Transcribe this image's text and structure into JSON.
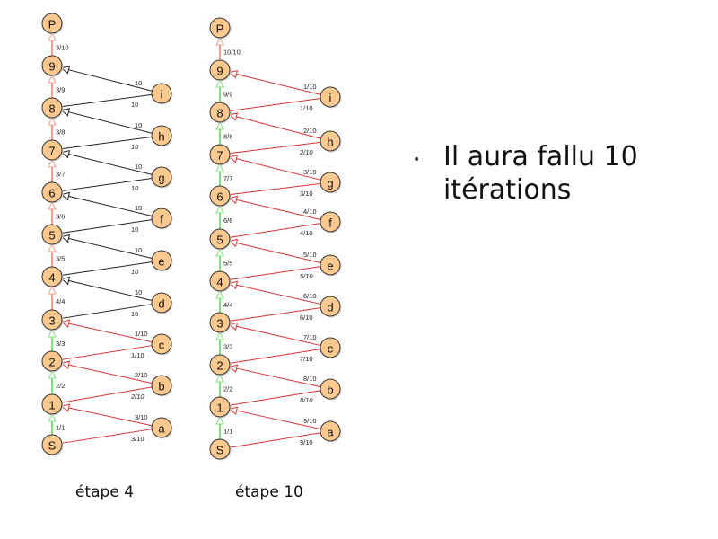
{
  "colors": {
    "node_fill": "#fdc98e",
    "node_stroke": "#333333",
    "edge_saturated": "#e06060",
    "edge_saturated_spine": "#f0a090",
    "edge_flow_green": "#80e080",
    "edge_black": "#222222",
    "edge_red": "#dd3333"
  },
  "captions": {
    "left": "étape 4",
    "right": "étape 10"
  },
  "bullet": {
    "icon": "bullet-dot",
    "text_line1": "Il aura fallu 10",
    "text_line2": "itérations"
  },
  "graphs": [
    {
      "id": "etape4",
      "spine_nodes": [
        "P",
        "9",
        "8",
        "7",
        "6",
        "5",
        "4",
        "3",
        "2",
        "1",
        "S"
      ],
      "side_nodes": [
        "i",
        "h",
        "g",
        "f",
        "e",
        "d",
        "c",
        "b",
        "a"
      ],
      "spine_edges": [
        {
          "from": "9",
          "to": "P",
          "label": "3/10",
          "style": "saturated"
        },
        {
          "from": "8",
          "to": "9",
          "label": "3/9",
          "style": "saturated"
        },
        {
          "from": "7",
          "to": "8",
          "label": "3/8",
          "style": "saturated"
        },
        {
          "from": "6",
          "to": "7",
          "label": "3/7",
          "style": "saturated"
        },
        {
          "from": "5",
          "to": "6",
          "label": "3/6",
          "style": "saturated"
        },
        {
          "from": "4",
          "to": "5",
          "label": "3/5",
          "style": "saturated"
        },
        {
          "from": "3",
          "to": "4",
          "label": "4/4",
          "style": "saturated"
        },
        {
          "from": "2",
          "to": "3",
          "label": "3/3",
          "style": "flow"
        },
        {
          "from": "1",
          "to": "2",
          "label": "2/2",
          "style": "flow"
        },
        {
          "from": "S",
          "to": "1",
          "label": "1/1",
          "style": "flow"
        }
      ],
      "side_edges": [
        {
          "side": "i",
          "upper": "9",
          "lower": "8",
          "label_in": "10",
          "label_out": "10",
          "style": "black",
          "italic_out": false
        },
        {
          "side": "h",
          "upper": "8",
          "lower": "7",
          "label_in": "10",
          "label_out": "10",
          "style": "black",
          "italic_out": true
        },
        {
          "side": "g",
          "upper": "7",
          "lower": "6",
          "label_in": "10",
          "label_out": "10",
          "style": "black",
          "italic_out": true
        },
        {
          "side": "f",
          "upper": "6",
          "lower": "5",
          "label_in": "10",
          "label_out": "10",
          "style": "black",
          "italic_out": false
        },
        {
          "side": "e",
          "upper": "5",
          "lower": "4",
          "label_in": "10",
          "label_out": "10",
          "style": "black",
          "italic_out": true
        },
        {
          "side": "d",
          "upper": "4",
          "lower": "3",
          "label_in": "10",
          "label_out": "10",
          "style": "black",
          "italic_out": false
        },
        {
          "side": "c",
          "upper": "3",
          "lower": "2",
          "label_in": "1/10",
          "label_out": "1/10",
          "style": "red",
          "italic_out": false
        },
        {
          "side": "b",
          "upper": "2",
          "lower": "1",
          "label_in": "2/10",
          "label_out": "2/10",
          "style": "red",
          "italic_out": true
        },
        {
          "side": "a",
          "upper": "1",
          "lower": "S",
          "label_in": "3/10",
          "label_out": "3/10",
          "style": "red",
          "italic_out": false
        }
      ]
    },
    {
      "id": "etape10",
      "spine_nodes": [
        "P",
        "9",
        "8",
        "7",
        "6",
        "5",
        "4",
        "3",
        "2",
        "1",
        "S"
      ],
      "side_nodes": [
        "i",
        "h",
        "g",
        "f",
        "e",
        "d",
        "c",
        "b",
        "a"
      ],
      "spine_edges": [
        {
          "from": "9",
          "to": "P",
          "label": "10/10",
          "style": "saturated"
        },
        {
          "from": "8",
          "to": "9",
          "label": "9/9",
          "style": "flow"
        },
        {
          "from": "7",
          "to": "8",
          "label": "8/8",
          "style": "flow"
        },
        {
          "from": "6",
          "to": "7",
          "label": "7/7",
          "style": "flow"
        },
        {
          "from": "5",
          "to": "6",
          "label": "6/6",
          "style": "flow"
        },
        {
          "from": "4",
          "to": "5",
          "label": "5/5",
          "style": "flow"
        },
        {
          "from": "3",
          "to": "4",
          "label": "4/4",
          "style": "flow"
        },
        {
          "from": "2",
          "to": "3",
          "label": "3/3",
          "style": "flow"
        },
        {
          "from": "1",
          "to": "2",
          "label": "2/2",
          "style": "flow"
        },
        {
          "from": "S",
          "to": "1",
          "label": "1/1",
          "style": "flow"
        }
      ],
      "side_edges": [
        {
          "side": "i",
          "upper": "9",
          "lower": "8",
          "label_in": "1/10",
          "label_out": "1/10",
          "style": "red",
          "italic_out": false
        },
        {
          "side": "h",
          "upper": "8",
          "lower": "7",
          "label_in": "2/10",
          "label_out": "2/10",
          "style": "red",
          "italic_out": true
        },
        {
          "side": "g",
          "upper": "7",
          "lower": "6",
          "label_in": "3/10",
          "label_out": "3/10",
          "style": "red",
          "italic_out": false
        },
        {
          "side": "f",
          "upper": "6",
          "lower": "5",
          "label_in": "4/10",
          "label_out": "4/10",
          "style": "red",
          "italic_out": false
        },
        {
          "side": "e",
          "upper": "5",
          "lower": "4",
          "label_in": "5/10",
          "label_out": "5/10",
          "style": "red",
          "italic_out": true
        },
        {
          "side": "d",
          "upper": "4",
          "lower": "3",
          "label_in": "6/10",
          "label_out": "6/10",
          "style": "red",
          "italic_out": false
        },
        {
          "side": "c",
          "upper": "3",
          "lower": "2",
          "label_in": "7/10",
          "label_out": "7/10",
          "style": "red",
          "italic_out": false
        },
        {
          "side": "b",
          "upper": "2",
          "lower": "1",
          "label_in": "8/10",
          "label_out": "8/10",
          "style": "red",
          "italic_out": true
        },
        {
          "side": "a",
          "upper": "1",
          "lower": "S",
          "label_in": "9/10",
          "label_out": "9/10",
          "style": "red",
          "italic_out": false
        }
      ]
    }
  ]
}
